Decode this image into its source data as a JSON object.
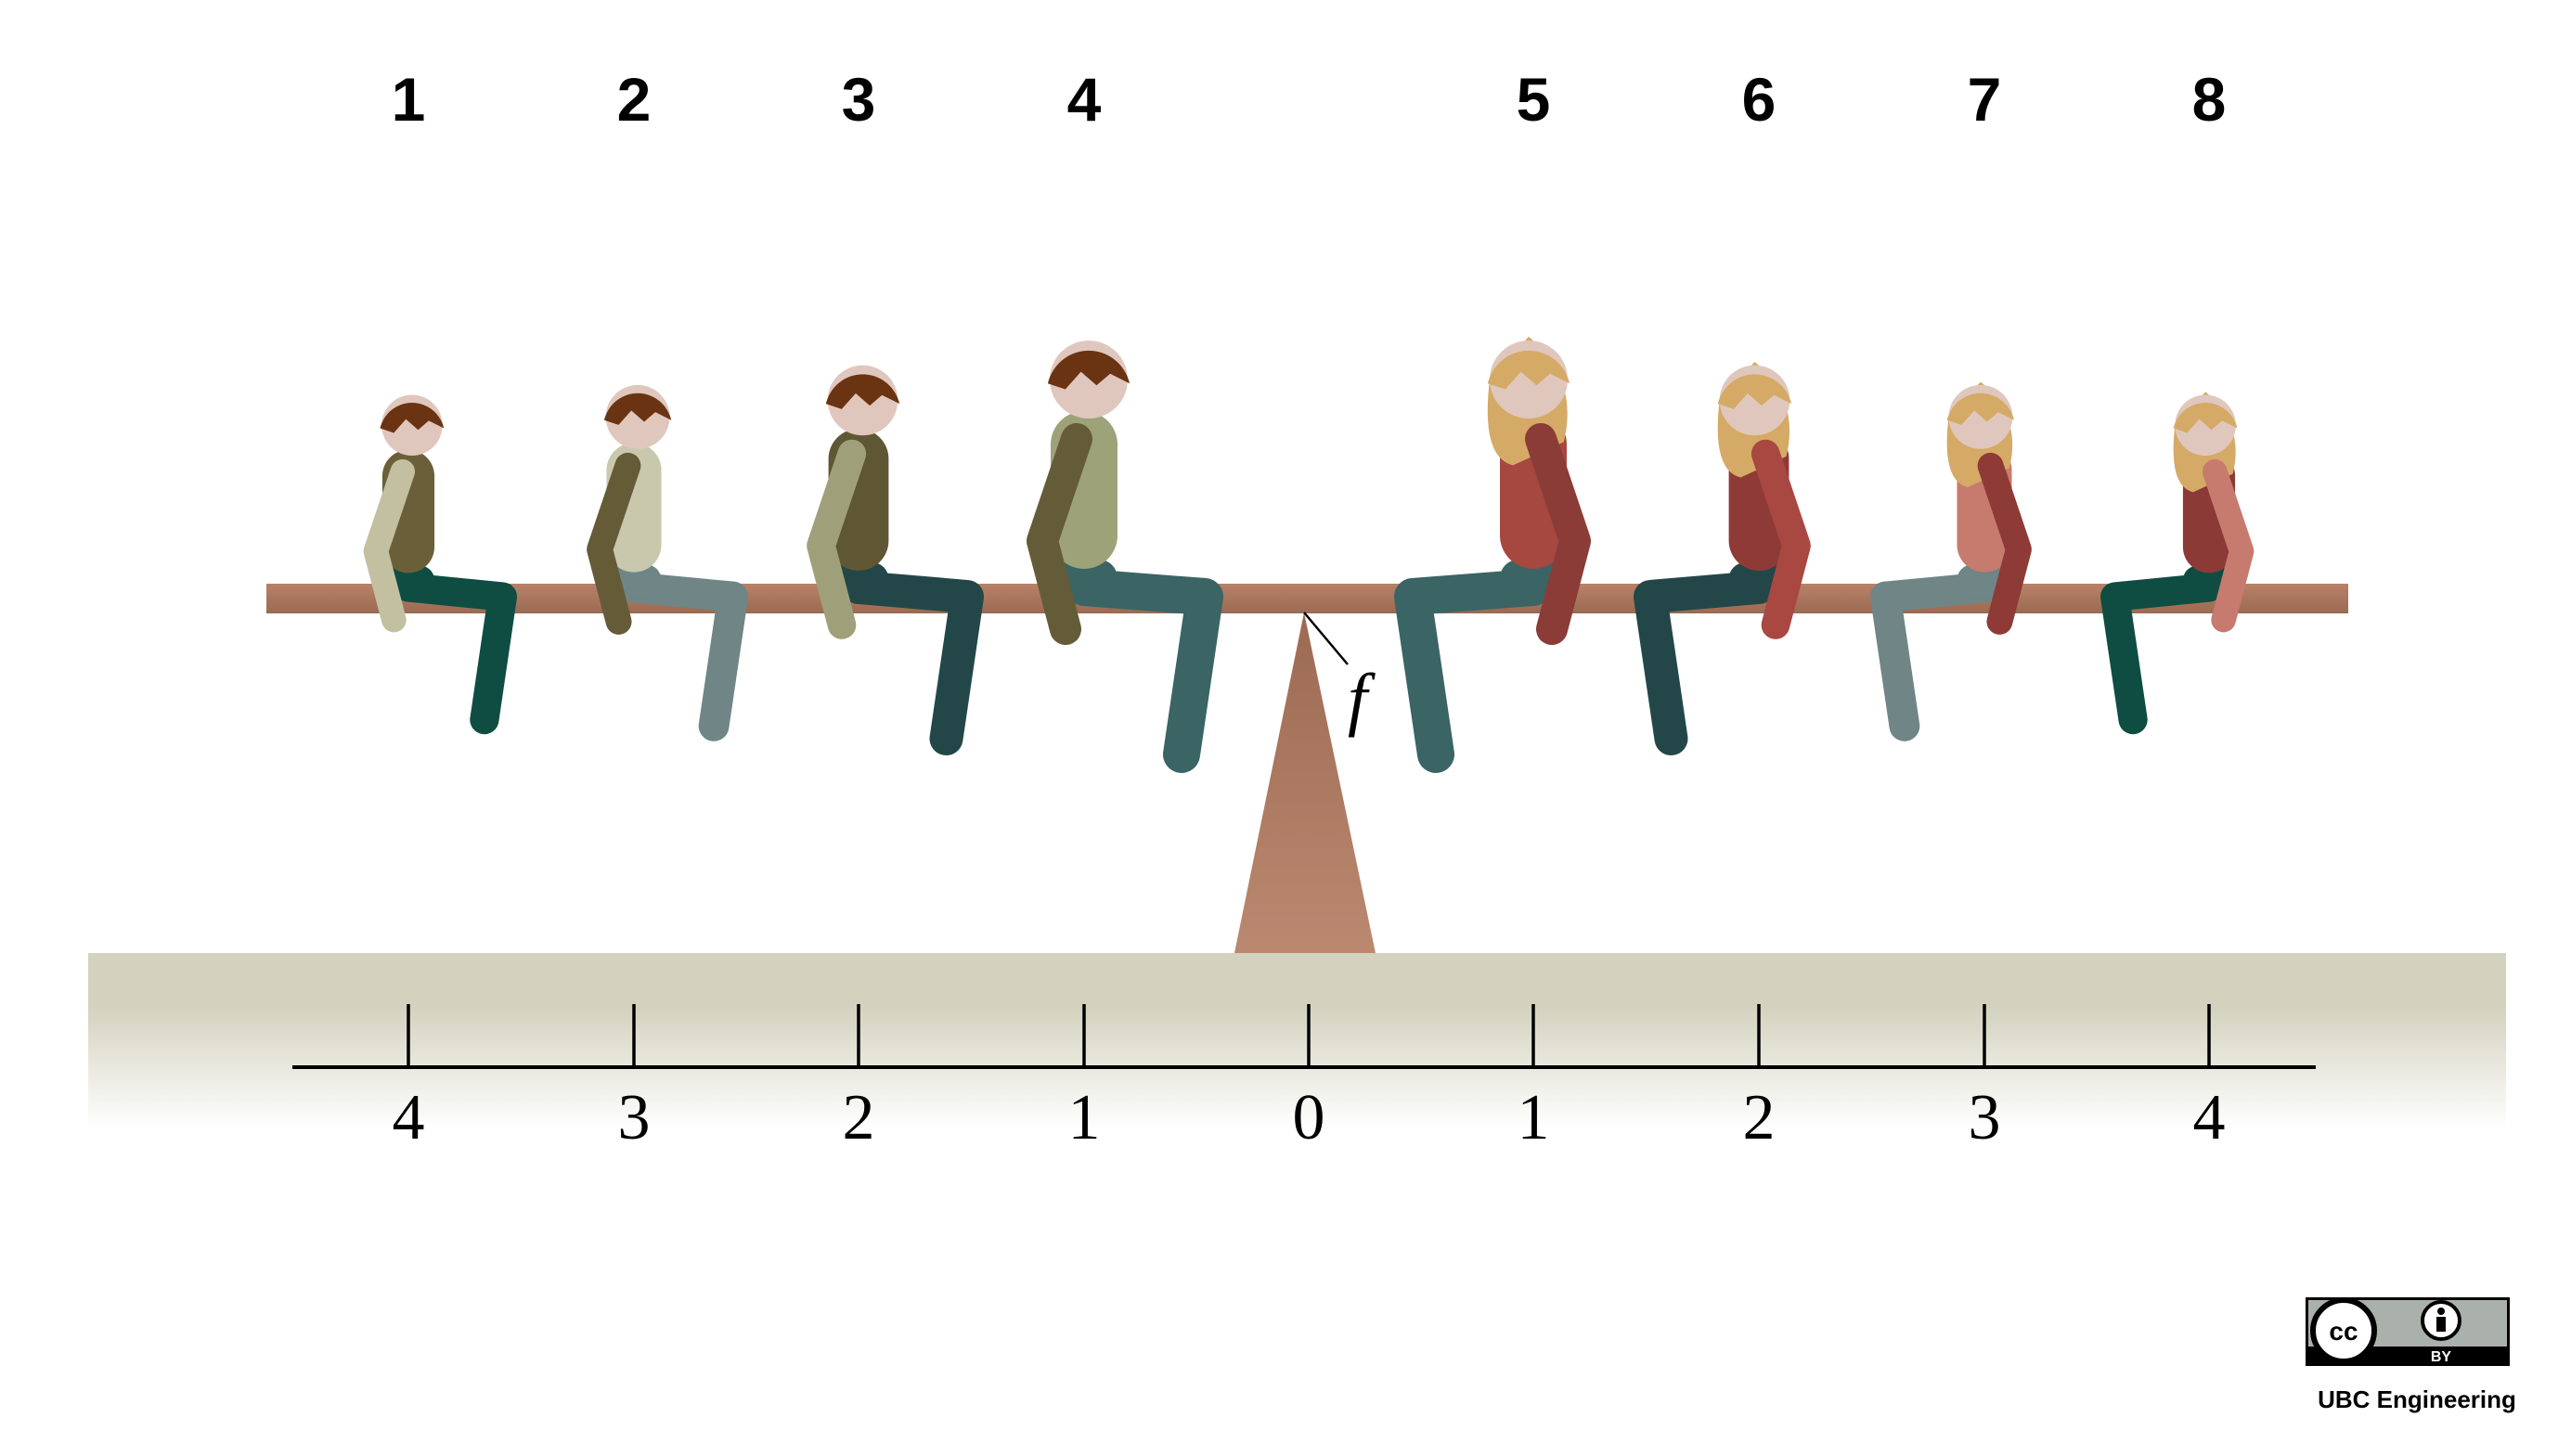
{
  "seats": {
    "left": [
      {
        "number": "1",
        "gender": "boy",
        "size": 0.78,
        "shirt": "#6b5f3a",
        "arm": "#c2c0a0",
        "pants": "#0f4d42",
        "hair": "#6a3412"
      },
      {
        "number": "2",
        "gender": "boy",
        "size": 0.82,
        "shirt": "#c8c8ad",
        "arm": "#655b37",
        "pants": "#6f8586",
        "hair": "#6a3412"
      },
      {
        "number": "3",
        "gender": "boy",
        "size": 0.9,
        "shirt": "#5f5733",
        "arm": "#9fa07a",
        "pants": "#234748",
        "hair": "#6a3412"
      },
      {
        "number": "4",
        "gender": "boy",
        "size": 1.0,
        "shirt": "#9ea279",
        "arm": "#645c38",
        "pants": "#3b6464",
        "hair": "#6a3412"
      }
    ],
    "right": [
      {
        "number": "5",
        "gender": "girl",
        "size": 1.0,
        "shirt": "#a64740",
        "arm": "#8b3c37",
        "pants": "#3b6464",
        "hair": "#d4aa66"
      },
      {
        "number": "6",
        "gender": "girl",
        "size": 0.9,
        "shirt": "#8e3a36",
        "arm": "#a94741",
        "pants": "#234748",
        "hair": "#d4aa66"
      },
      {
        "number": "7",
        "gender": "girl",
        "size": 0.82,
        "shirt": "#c77a6e",
        "arm": "#8e3a36",
        "pants": "#6f8586",
        "hair": "#d4aa66"
      },
      {
        "number": "8",
        "gender": "girl",
        "size": 0.78,
        "shirt": "#8b3a36",
        "arm": "#c77a6e",
        "pants": "#0f4d42",
        "hair": "#d4aa66"
      }
    ]
  },
  "scale": {
    "labels": [
      "4",
      "3",
      "2",
      "1",
      "0",
      "1",
      "2",
      "3",
      "4"
    ]
  },
  "fulcrum": {
    "label": "f"
  },
  "credit": {
    "text": "UBC Engineering",
    "license_badge": "BY",
    "cc_mark": "cc"
  },
  "colors": {
    "plank": "#a87259",
    "fulcrum": "#b07a62",
    "ground": "#d3d2be",
    "skin": "#e0c7bd",
    "axis": "#000000"
  }
}
